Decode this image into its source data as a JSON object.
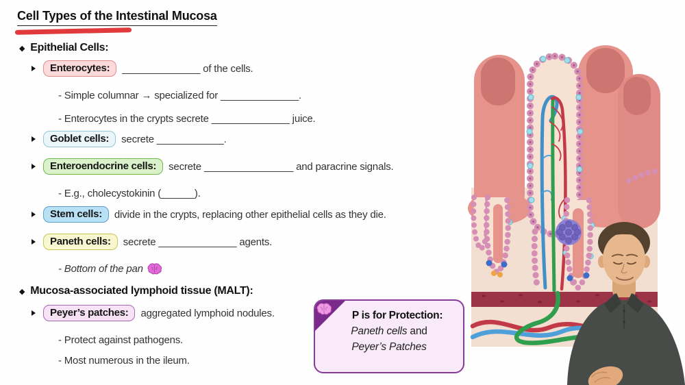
{
  "title": "Cell Types of the Intestinal Mucosa",
  "headings": {
    "epithelial": "Epithelial Cells:",
    "malt": "Mucosa-associated lymphoid tissue (MALT):"
  },
  "rows": {
    "enterocytes": {
      "label": "Enterocytes:",
      "text": "______________ of the cells."
    },
    "simple_columnar": "- Simple columnar → specialized for ______________.",
    "crypts_secrete": "- Enterocytes in the crypts secrete ______________ juice.",
    "goblet": {
      "label": "Goblet cells:",
      "text": "secrete ____________."
    },
    "enteroendocrine": {
      "label": "Enteroendocrine cells:",
      "text": "secrete ________________ and paracrine signals."
    },
    "cck": "- E.g., cholecystokinin (______).",
    "stem": {
      "label": "Stem cells:",
      "text": "divide in the crypts, replacing other epithelial cells as they die."
    },
    "paneth": {
      "label": "Paneth cells:",
      "text": "secrete ______________ agents."
    },
    "bottom_pan": "- Bottom of the pan",
    "peyers": {
      "label": "Peyer’s patches:",
      "text": "aggregated lymphoid nodules."
    },
    "protect": "- Protect against pathogens.",
    "ileum": "- Most numerous in the ileum."
  },
  "callout": {
    "heading": "P is for Protection:",
    "line1_italic": "Paneth cells",
    "line1_rest": " and",
    "line2_italic": "Peyer’s Patches"
  },
  "icons": {
    "diamond_bullet": "◆",
    "arrow_bullet": "right-triangle",
    "brain": "pink-brain"
  },
  "palette": {
    "marker_red": "#e03a3c",
    "chip_enterocytes_bg": "#fadada",
    "chip_enterocytes_border": "#e28c8c",
    "chip_goblet_bg": "#eaf6fa",
    "chip_goblet_border": "#92c8da",
    "chip_entero_bg": "#d9f2c9",
    "chip_entero_border": "#6db94e",
    "chip_stem_bg": "#b9e1f6",
    "chip_stem_border": "#5b9fd0",
    "chip_paneth_bg": "#f8f7cf",
    "chip_paneth_border": "#c9c556",
    "chip_peyers_bg": "#f7e3f5",
    "chip_peyers_border": "#aa67b6",
    "callout_border": "#8a3a9a",
    "callout_bg": "#f8eaf8",
    "callout_corner": "#7a2a8a",
    "brain_pink": "#e06ad6"
  }
}
